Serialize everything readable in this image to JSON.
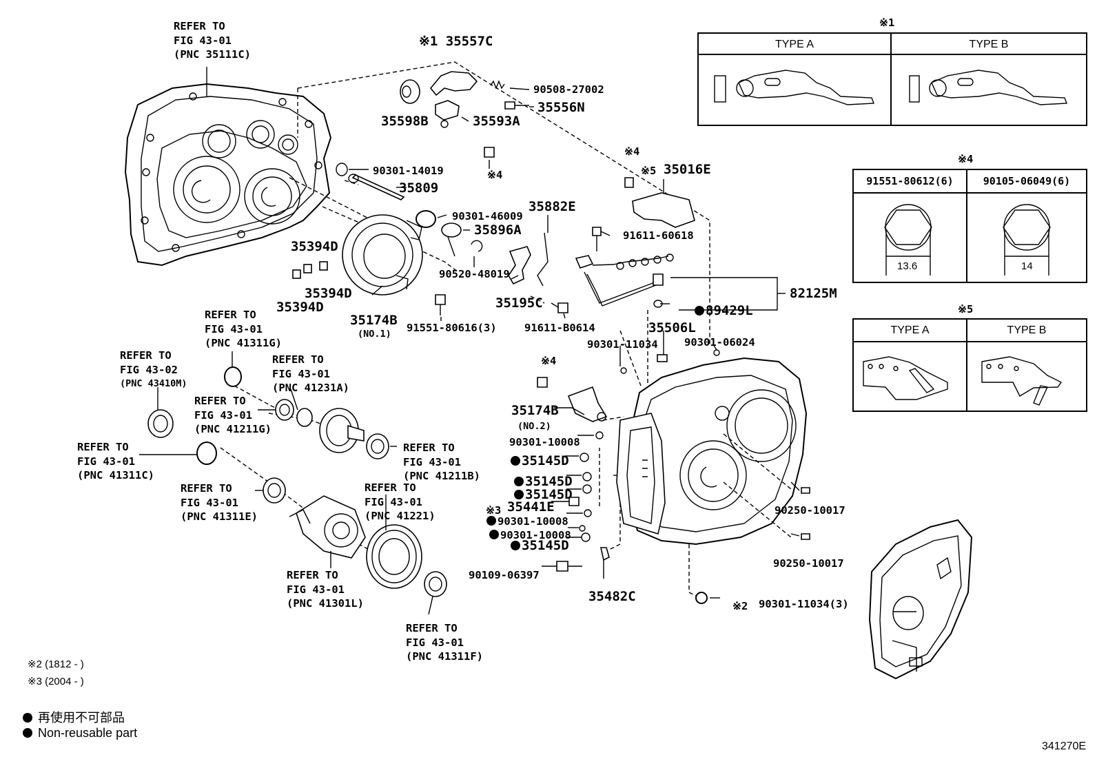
{
  "diagram_id": "341270E",
  "refs": {
    "r1": [
      "REFER TO",
      "FIG 43-01",
      "(PNC 35111C)"
    ],
    "r2": [
      "REFER TO",
      "FIG 43-01",
      "(PNC 41311G)"
    ],
    "r3": [
      "REFER TO",
      "FIG 43-02",
      "(PNC 43410M)"
    ],
    "r4": [
      "REFER TO",
      "FIG 43-01",
      "(PNC 41231A)"
    ],
    "r5": [
      "REFER TO",
      "FIG 43-01",
      "(PNC 41211G)"
    ],
    "r6": [
      "REFER TO",
      "FIG 43-01",
      "(PNC 41311C)"
    ],
    "r7": [
      "REFER TO",
      "FIG 43-01",
      "(PNC 41211B)"
    ],
    "r8": [
      "REFER TO",
      "FIG 43-01",
      "(PNC 41311E)"
    ],
    "r9": [
      "REFER TO",
      "FIG 43-01",
      "(PNC 41221)"
    ],
    "r10": [
      "REFER TO",
      "FIG 43-01",
      "(PNC 41301L)"
    ],
    "r11": [
      "REFER TO",
      "FIG 43-01",
      "(PNC 41311F)"
    ]
  },
  "parts": {
    "p35557C": "※1 35557C",
    "p90508": "90508-27002",
    "p35556N": "35556N",
    "p35598B": "35598B",
    "p35593A": "35593A",
    "p_note4a": "※4",
    "p90301_14019": "90301-14019",
    "p35809": "35809",
    "p90301_46009": "90301-46009",
    "p35896A": "35896A",
    "p35882E": "35882E",
    "p90520": "90520-48019",
    "p35394D_1": "35394D",
    "p35394D_2": "35394D",
    "p35394D_3": "35394D",
    "p35174B_1": "35174B",
    "p35174B_1n": "(NO.1)",
    "p91551_80616": "91551-80616(3)",
    "p35195C": "35195C",
    "p91611_B0614": "91611-B0614",
    "p_note4b": "※4",
    "p_note5": "※5",
    "p35016E": "35016E",
    "p91611_60618": "91611-60618",
    "p82125M": "82125M",
    "p89429L": "89429L",
    "p35506L": "35506L",
    "p90301_11034": "90301-11034",
    "p90301_06024": "90301-06024",
    "p_note4c": "※4",
    "p35174B_2": "35174B",
    "p35174B_2n": "(NO.2)",
    "p90301_10008a": "90301-10008",
    "p35145D_1": "35145D",
    "p35145D_2": "35145D",
    "p35145D_3": "35145D",
    "p_note3": "※3",
    "p35441E": "35441E",
    "p90301_10008b": "90301-10008",
    "p90301_10008c": "90301-10008",
    "p35145D_4": "35145D",
    "p90109": "90109-06397",
    "p35482C": "35482C",
    "p90250_a": "90250-10017",
    "p90250_b": "90250-10017",
    "p_note2": "※2",
    "p90301_11034_3": "90301-11034(3)"
  },
  "table1": {
    "title": "※1",
    "col_a": "TYPE A",
    "col_b": "TYPE B"
  },
  "table4": {
    "title": "※4",
    "col_a": "91551-80612(6)",
    "col_b": "90105-06049(6)",
    "dim_a": "13.6",
    "dim_b": "14"
  },
  "table5": {
    "title": "※5",
    "col_a": "TYPE A",
    "col_b": "TYPE B"
  },
  "notes": {
    "n2": "※2 (1812 -       )",
    "n3": "※3 (2004 -       )"
  },
  "legend": {
    "jp": "再使用不可部品",
    "en": "Non-reusable part"
  }
}
